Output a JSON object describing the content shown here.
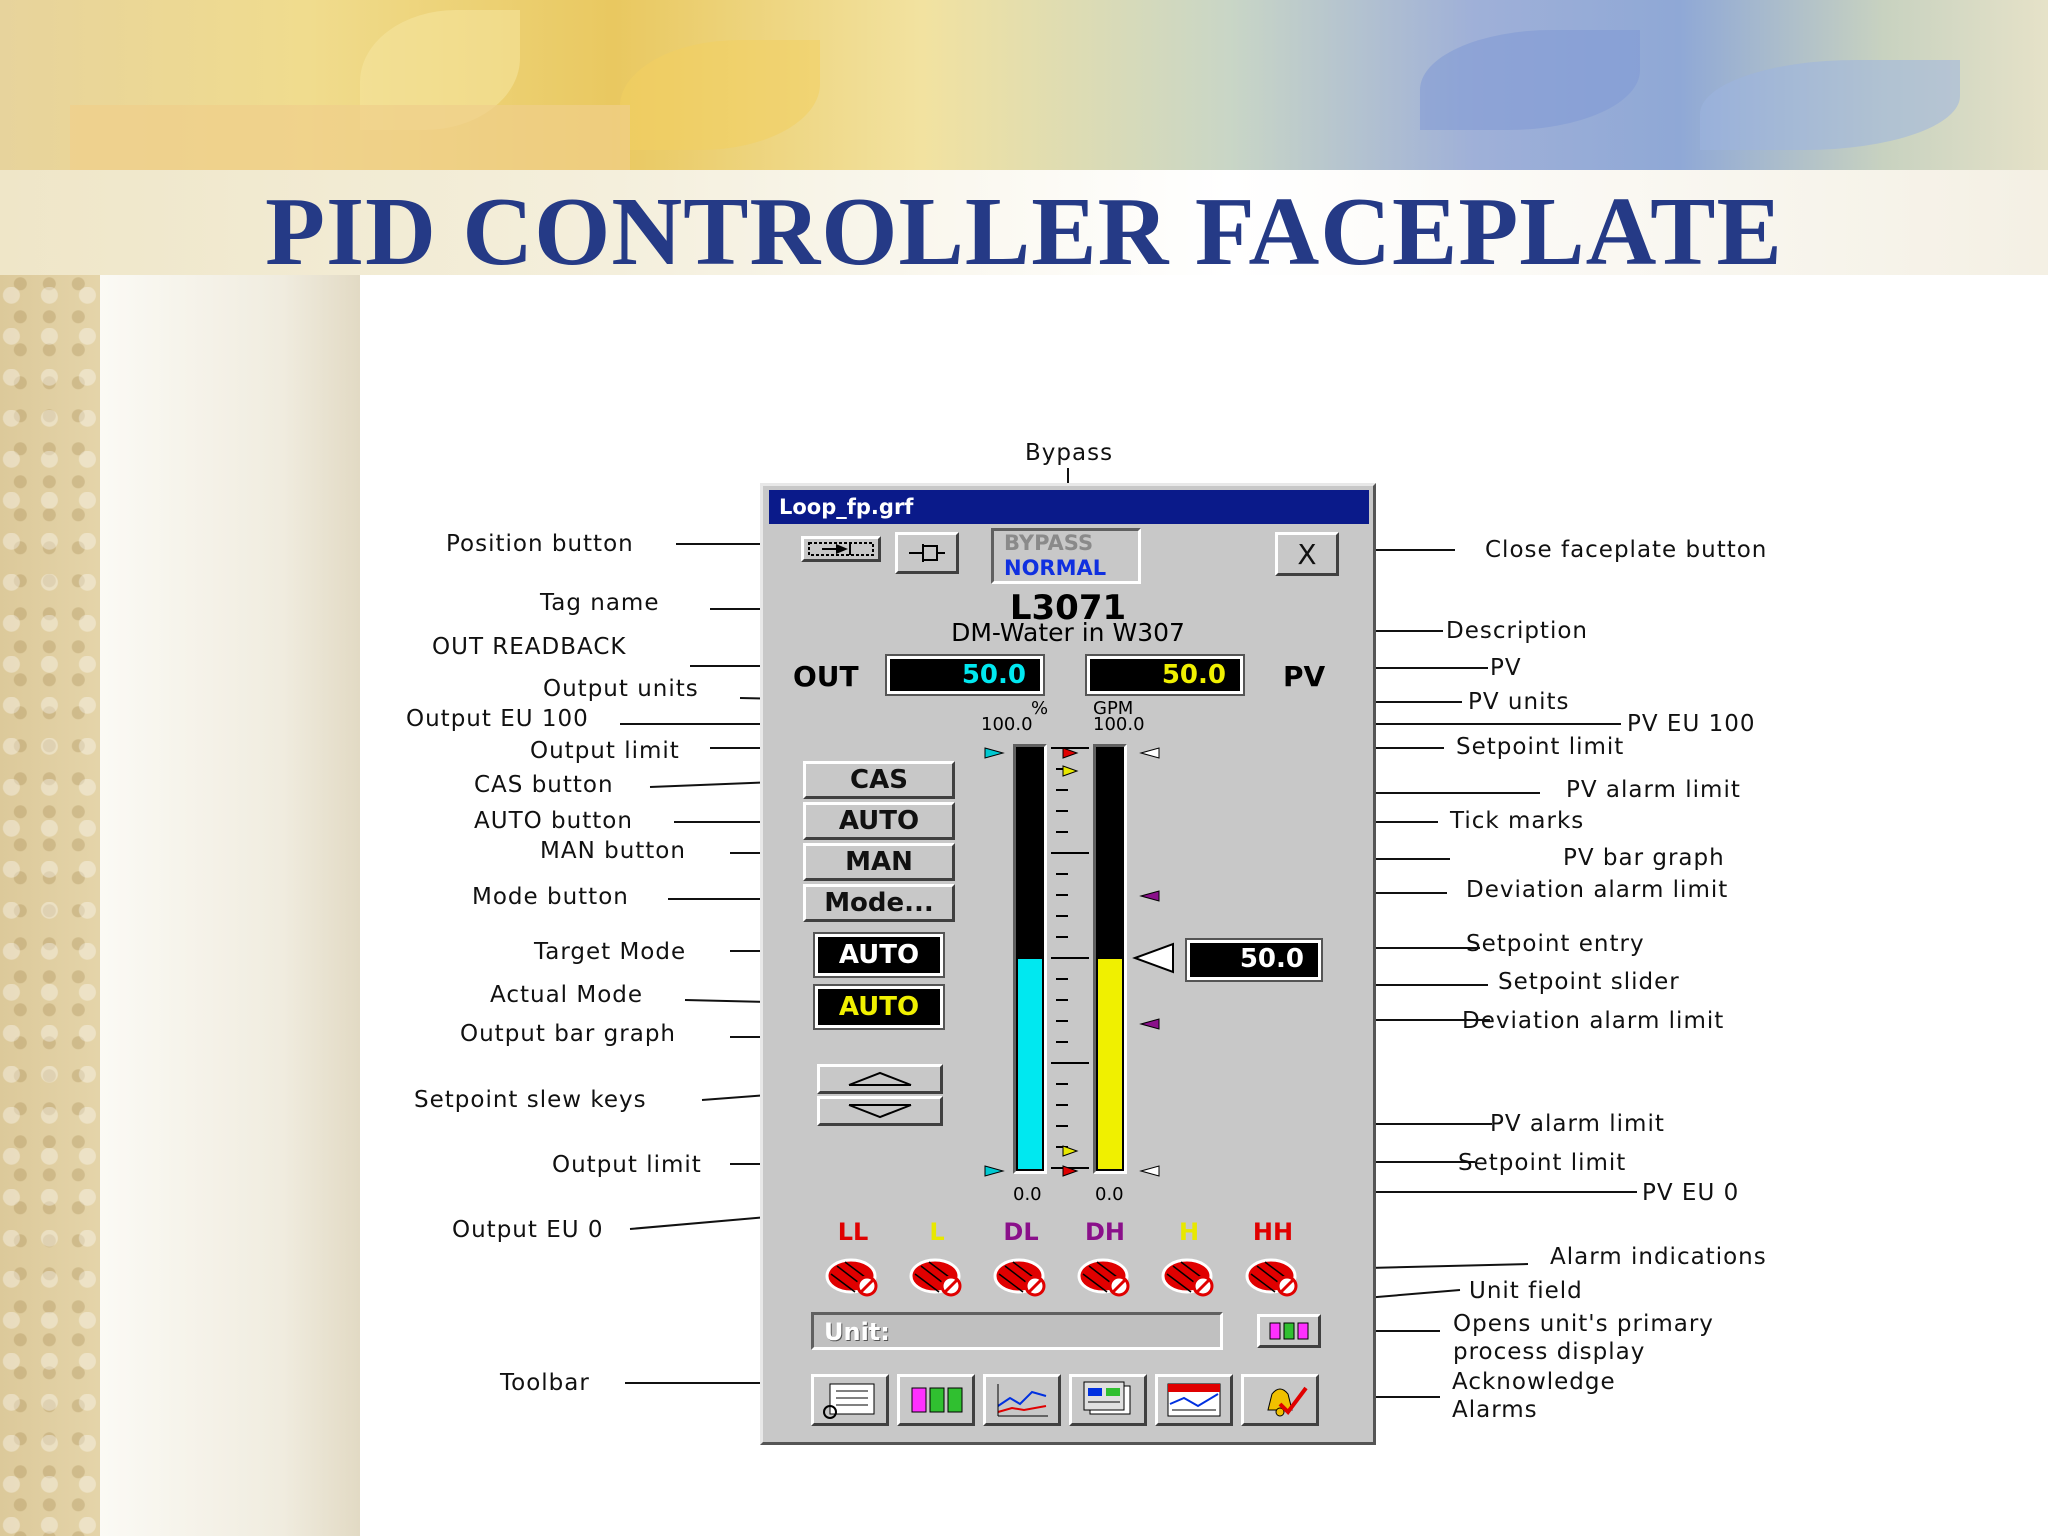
{
  "slide": {
    "title": "PID CONTROLLER FACEPLATE"
  },
  "faceplate": {
    "window_title": "Loop_fp.grf",
    "bypass_label": "BYPASS",
    "bypass_state": "NORMAL",
    "close_label": "X",
    "tag": "L3071",
    "description": "DM-Water in W307",
    "out_label": "OUT",
    "out_value": "50.0",
    "pv_label": "PV",
    "pv_value": "50.0",
    "out_units": "%",
    "pv_units": "GPM",
    "out_eu100": "100.0",
    "pv_eu100": "100.0",
    "out_eu0": "0.0",
    "pv_eu0": "0.0",
    "buttons": {
      "cas": "CAS",
      "auto": "AUTO",
      "man": "MAN",
      "mode": "Mode..."
    },
    "target_mode": "AUTO",
    "actual_mode": "AUTO",
    "setpoint_value": "50.0",
    "output_level": 0.5,
    "pv_level": 0.5,
    "alarms": [
      {
        "label": "LL",
        "color": "#e00000"
      },
      {
        "label": "L",
        "color": "#e8e800"
      },
      {
        "label": "DL",
        "color": "#8a108a"
      },
      {
        "label": "DH",
        "color": "#8a108a"
      },
      {
        "label": "H",
        "color": "#e8e800"
      },
      {
        "label": "HH",
        "color": "#e00000"
      }
    ],
    "unit_field": "Unit:",
    "colors": {
      "out_readout": "#00e8f0",
      "pv_readout": "#f0f000",
      "output_bar": "#00e8f0",
      "pv_bar": "#f0f000",
      "titlebar": "#0a1a8a"
    }
  },
  "annotations": {
    "bypass": "Bypass",
    "position_button": "Position button",
    "close_faceplate": "Close faceplate button",
    "tag_name": "Tag name",
    "description": "Description",
    "out_readback": "OUT READBACK",
    "pv": "PV",
    "output_units": "Output units",
    "pv_units": "PV units",
    "output_eu100": "Output EU 100",
    "pv_eu100": "PV EU 100",
    "output_limit_top": "Output limit",
    "setpoint_limit_top": "Setpoint limit",
    "cas_button": "CAS button",
    "pv_alarm_limit_top": "PV alarm limit",
    "auto_button": "AUTO button",
    "tick_marks": "Tick marks",
    "man_button": "MAN button",
    "pv_bar_graph": "PV bar graph",
    "mode_button": "Mode button",
    "deviation_alarm_top": "Deviation alarm limit",
    "target_mode": "Target Mode",
    "setpoint_entry": "Setpoint entry",
    "actual_mode": "Actual Mode",
    "setpoint_slider": "Setpoint slider",
    "output_bar_graph": "Output bar graph",
    "deviation_alarm_bottom": "Deviation alarm limit",
    "setpoint_slew_keys": "Setpoint slew keys",
    "pv_alarm_limit_bottom": "PV alarm limit",
    "output_limit_bottom": "Output limit",
    "setpoint_limit_bottom": "Setpoint limit",
    "pv_eu0": "PV EU 0",
    "output_eu0": "Output EU 0",
    "alarm_indications": "Alarm indications",
    "unit_field": "Unit field",
    "opens_unit_line1": "Opens unit's primary",
    "opens_unit_line2": "process display",
    "toolbar": "Toolbar",
    "ack_line1": "Acknowledge",
    "ack_line2": "Alarms"
  }
}
